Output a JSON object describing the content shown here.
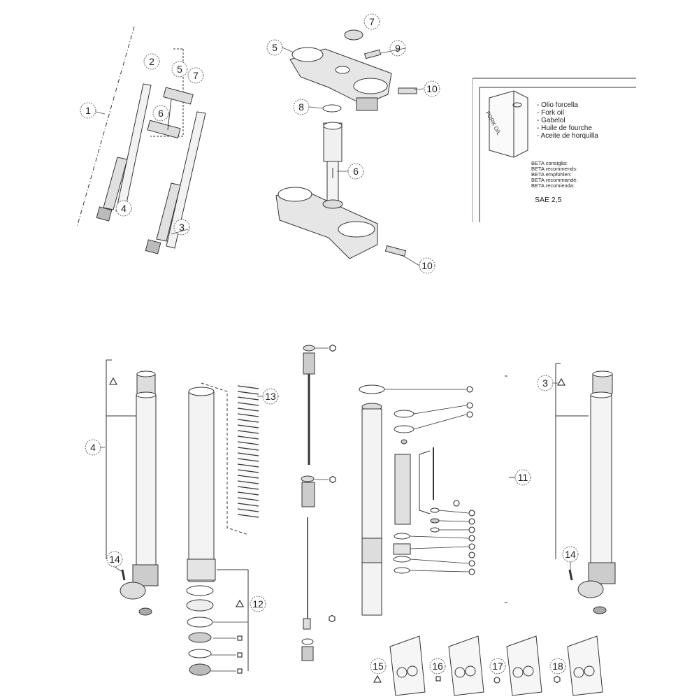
{
  "callouts_top": [
    "1",
    "2",
    "3",
    "4",
    "5",
    "6",
    "7",
    "5",
    "7",
    "9",
    "10",
    "8",
    "6",
    "10"
  ],
  "callouts_bottom": [
    "4",
    "13",
    "12",
    "3",
    "11",
    "14",
    "14",
    "15",
    "16",
    "17",
    "18"
  ],
  "oil_box": {
    "can_label": "FORK OIL",
    "oil_names": [
      "- Olio forcella",
      "- Fork oil",
      "- Gabelol",
      "- Huile de fourche",
      "- Aceite de horquilla"
    ],
    "recommend": [
      "BETA consiglia:",
      "BETA recommends:",
      "BETA empfohlen:",
      "BETA recommandé:",
      "BETA recomienda:"
    ],
    "grade": "SAE 2,5"
  },
  "kit_symbols": {
    "triangle": "triangle-symbol",
    "square": "square-symbol",
    "circle": "circle-symbol",
    "hexagon": "hexagon-symbol"
  }
}
